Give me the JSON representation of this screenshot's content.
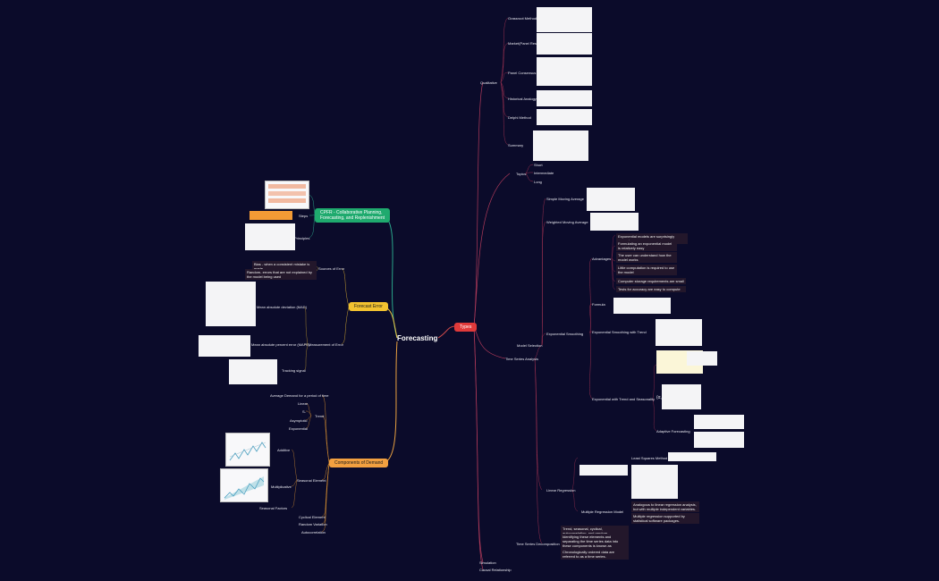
{
  "root": "Forecasting",
  "types": {
    "label": "Types",
    "qualitative": {
      "label": "Qualitative",
      "items": [
        "Grassroot Method",
        "Market(Panel Research",
        "Panel Consensus",
        "Historical Analogy",
        "Delphi Method",
        "Summary"
      ]
    },
    "topics": {
      "label": "Topics",
      "items": [
        "Short",
        "Intermediate",
        "Long"
      ]
    },
    "time_series": {
      "label": "Time Series Analysis",
      "model_selection": "Model Selection",
      "simple_ma": "Simple Moving Average",
      "weighted_ma": "Weighted Moving Average",
      "exp_smoothing": "Exponential Smoothing",
      "advantages_label": "Advantages",
      "advantages": [
        "Exponential models are surprisingly accurate",
        "Formulating an exponential model is relatively easy",
        "The user can understand how the model works",
        "Little computation is required to use the model",
        "Computer storage requirements are small",
        "Tests for accuracy are easy to compute"
      ],
      "formula_label": "Formula",
      "trend": "Exponential Smoothing with Trend",
      "seasonality": "Exponential with Trend and Seasonality",
      "seasonality_symbol": "(α, β and γ)",
      "adaptive": "Adaptive Forecasting",
      "linear_regression": "Linear Regression",
      "least_squares": "Least Squares Method",
      "multiple_regression": "Multiple Regression Model",
      "mr_notes": [
        "Analogous to linear regression analysis, but with multiple independent variables.",
        "Multiple regression supported by statistical software packages."
      ],
      "decomposition": "Time Series Decomposition",
      "decomp_notes": [
        "Trend, seasonal, cyclical, autocorrelation, and random.",
        "Identifying these elements and separating the time series data into these components is known as decomposition.",
        "Chronologically ordered data are referred to as a time series."
      ]
    },
    "simulation": "Simulation",
    "causal": "Causal Relationship"
  },
  "cpfr": {
    "label": "CPFR - Collaborative Planning, Forecasting, and Replenishment",
    "steps": "Steps",
    "principles": "Principles"
  },
  "forecast_error": {
    "label": "Forecast Error",
    "sources": "Sources of Error",
    "bias": "Bias - when a consistent mistake is made",
    "random": "Random- errors that are not explained by the model being used",
    "measurement": "Measurement of Error",
    "mad": "Mean absolute deviation (MAD)",
    "mape": "Mean absolute percent error (MAPE)",
    "tracking": "Tracking signal"
  },
  "components": {
    "label": "Components of Demand",
    "average": "Average Demand for a period of time",
    "trend": "Trend",
    "trend_items": [
      "Linear",
      "S-",
      "Asymptotic",
      "Exponential"
    ],
    "seasonal": "Seasonal Element",
    "additive": "Additive",
    "multiplicative": "Multiplicative",
    "seasonal_factors": "Seasonal Factors",
    "cyclical": "Cyclical Element",
    "random": "Random Variation",
    "autocorrelation": "Autocorrelation"
  },
  "colors": {
    "background": "#0b0b2a",
    "types": "#e03a3a",
    "cpfr": "#1faa6e",
    "error": "#f2c230",
    "components": "#f2a040"
  }
}
